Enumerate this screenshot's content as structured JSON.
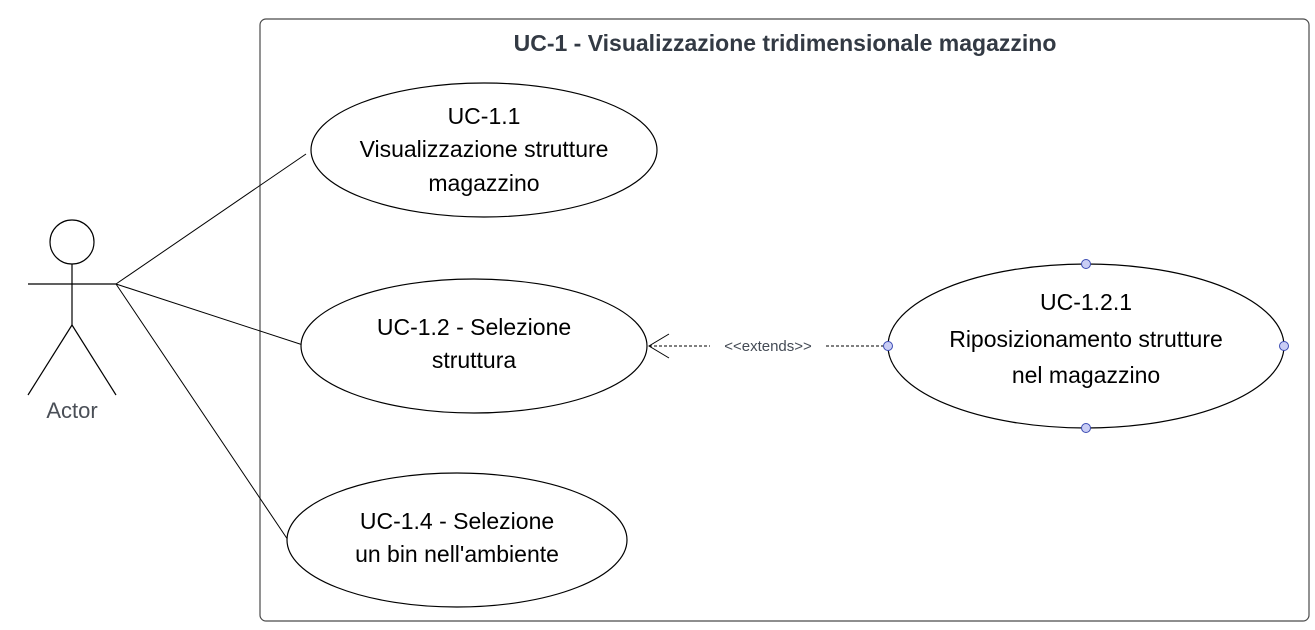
{
  "system": {
    "title": "UC-1 - Visualizzazione tridimensionale magazzino"
  },
  "actor": {
    "label": "Actor"
  },
  "use_cases": {
    "uc_1_1": {
      "lines": [
        "UC-1.1",
        "Visualizzazione strutture",
        "magazzino"
      ]
    },
    "uc_1_2": {
      "lines": [
        "UC-1.2 - Selezione",
        "struttura"
      ]
    },
    "uc_1_4": {
      "lines": [
        "UC-1.4 - Selezione",
        "un bin nell'ambiente"
      ]
    },
    "uc_1_2_1": {
      "lines": [
        "UC-1.2.1",
        "Riposizionamento strutture",
        "nel magazzino"
      ]
    }
  },
  "relationships": {
    "extends_label": "<<extends>>"
  },
  "colors": {
    "handle": "#c9cdf5",
    "handle_stroke": "#3b4bb3",
    "line": "#000000",
    "border": "#4a4a4a"
  }
}
